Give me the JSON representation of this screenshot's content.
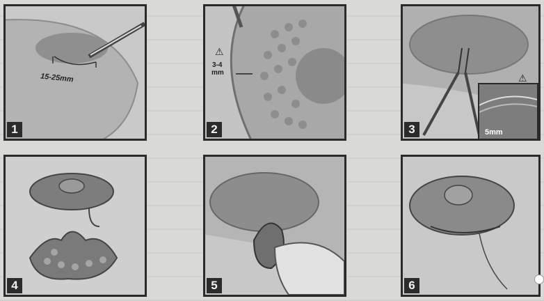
{
  "panels": [
    {
      "number": "1",
      "measure": "15-25mm"
    },
    {
      "number": "2",
      "measure_top": "3-4",
      "measure_bottom": "mm",
      "warning": "⚠"
    },
    {
      "number": "3",
      "inset_measure": "5mm",
      "warning": "⚠"
    },
    {
      "number": "4"
    },
    {
      "number": "5"
    },
    {
      "number": "6"
    }
  ],
  "colors": {
    "frame": "#2a2a2a",
    "skin": "#bdbdbd",
    "pad": "#8a8a8a",
    "badge": "#2b2b2b"
  }
}
